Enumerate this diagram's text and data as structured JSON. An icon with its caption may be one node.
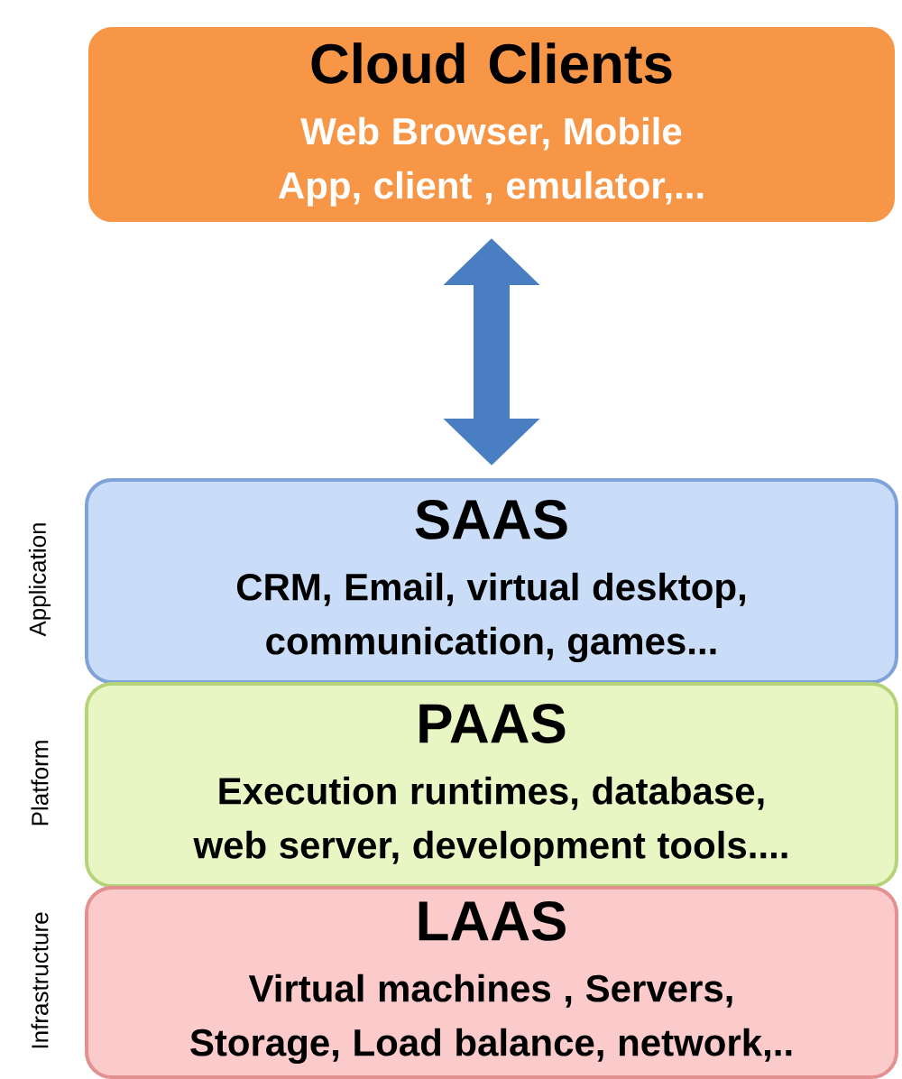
{
  "diagram": {
    "nodes": [
      {
        "text": [
          "Cloud Clients",
          "Web Browser,  Mobile App, client , emulator,..."
        ]
      },
      {
        "text": [
          "SAAS",
          "CRM, Email, virtual desktop, communication, games..."
        ],
        "beside": [
          "Application"
        ]
      },
      {
        "text": [
          "PAAS",
          "Execution runtimes, database, web server, development tools...."
        ],
        "beside": [
          "Platform"
        ]
      },
      {
        "text": [
          "LAAS",
          "Virtual machines , Servers, Storage, Load balance, network,.."
        ],
        "beside": [
          "Infrastructure"
        ]
      }
    ],
    "edges": [
      {
        "from": 0,
        "to": 1,
        "arrow": "both"
      }
    ]
  }
}
